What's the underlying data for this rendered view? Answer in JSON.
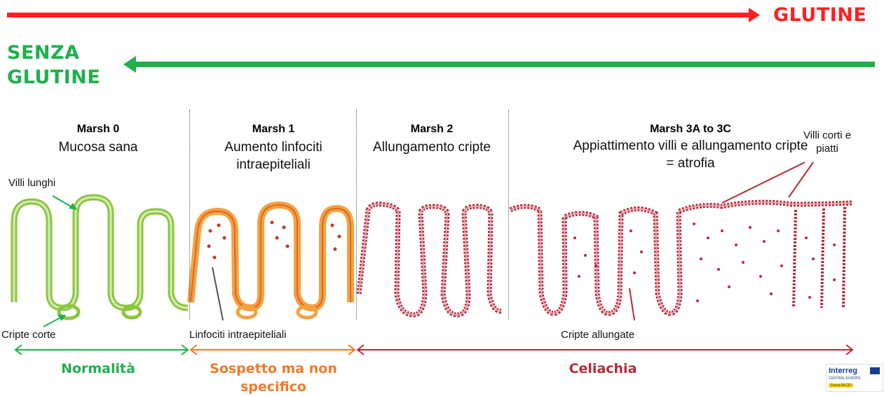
{
  "header": {
    "glutine": "GLUTINE",
    "senza_line1": "SENZA",
    "senza_line2": "GLUTINE"
  },
  "stages": [
    {
      "title": "Marsh 0",
      "desc": "Mucosa sana"
    },
    {
      "title": "Marsh 1",
      "desc": "Aumento linfociti intraepiteliali"
    },
    {
      "title": "Marsh 2",
      "desc": "Allungamento cripte"
    },
    {
      "title": "Marsh 3A to 3C",
      "desc": "Appiattimento villi e allungamento cripte = atrofia"
    }
  ],
  "annotations": {
    "villi_lunghi": "Villi lunghi",
    "villi_corti": "Villi corti e piatti",
    "cripte_corte": "Cripte corte",
    "linfociti": "Linfociti intraepiteliali",
    "cripte_allungate": "Cripte allungate"
  },
  "categories": {
    "normalita": "Normalità",
    "sospetto": "Sospetto ma non specifico",
    "celiachia": "Celiachia"
  },
  "logo": {
    "name": "Interreg",
    "subtitle": "CENTRAL EUROPE",
    "project": "Focus IN CD"
  },
  "colors": {
    "red": "#ff2020",
    "green": "#1fb04c",
    "light_green": "#8cc63f",
    "orange": "#f07a2a",
    "dark_red": "#b52a3a"
  }
}
